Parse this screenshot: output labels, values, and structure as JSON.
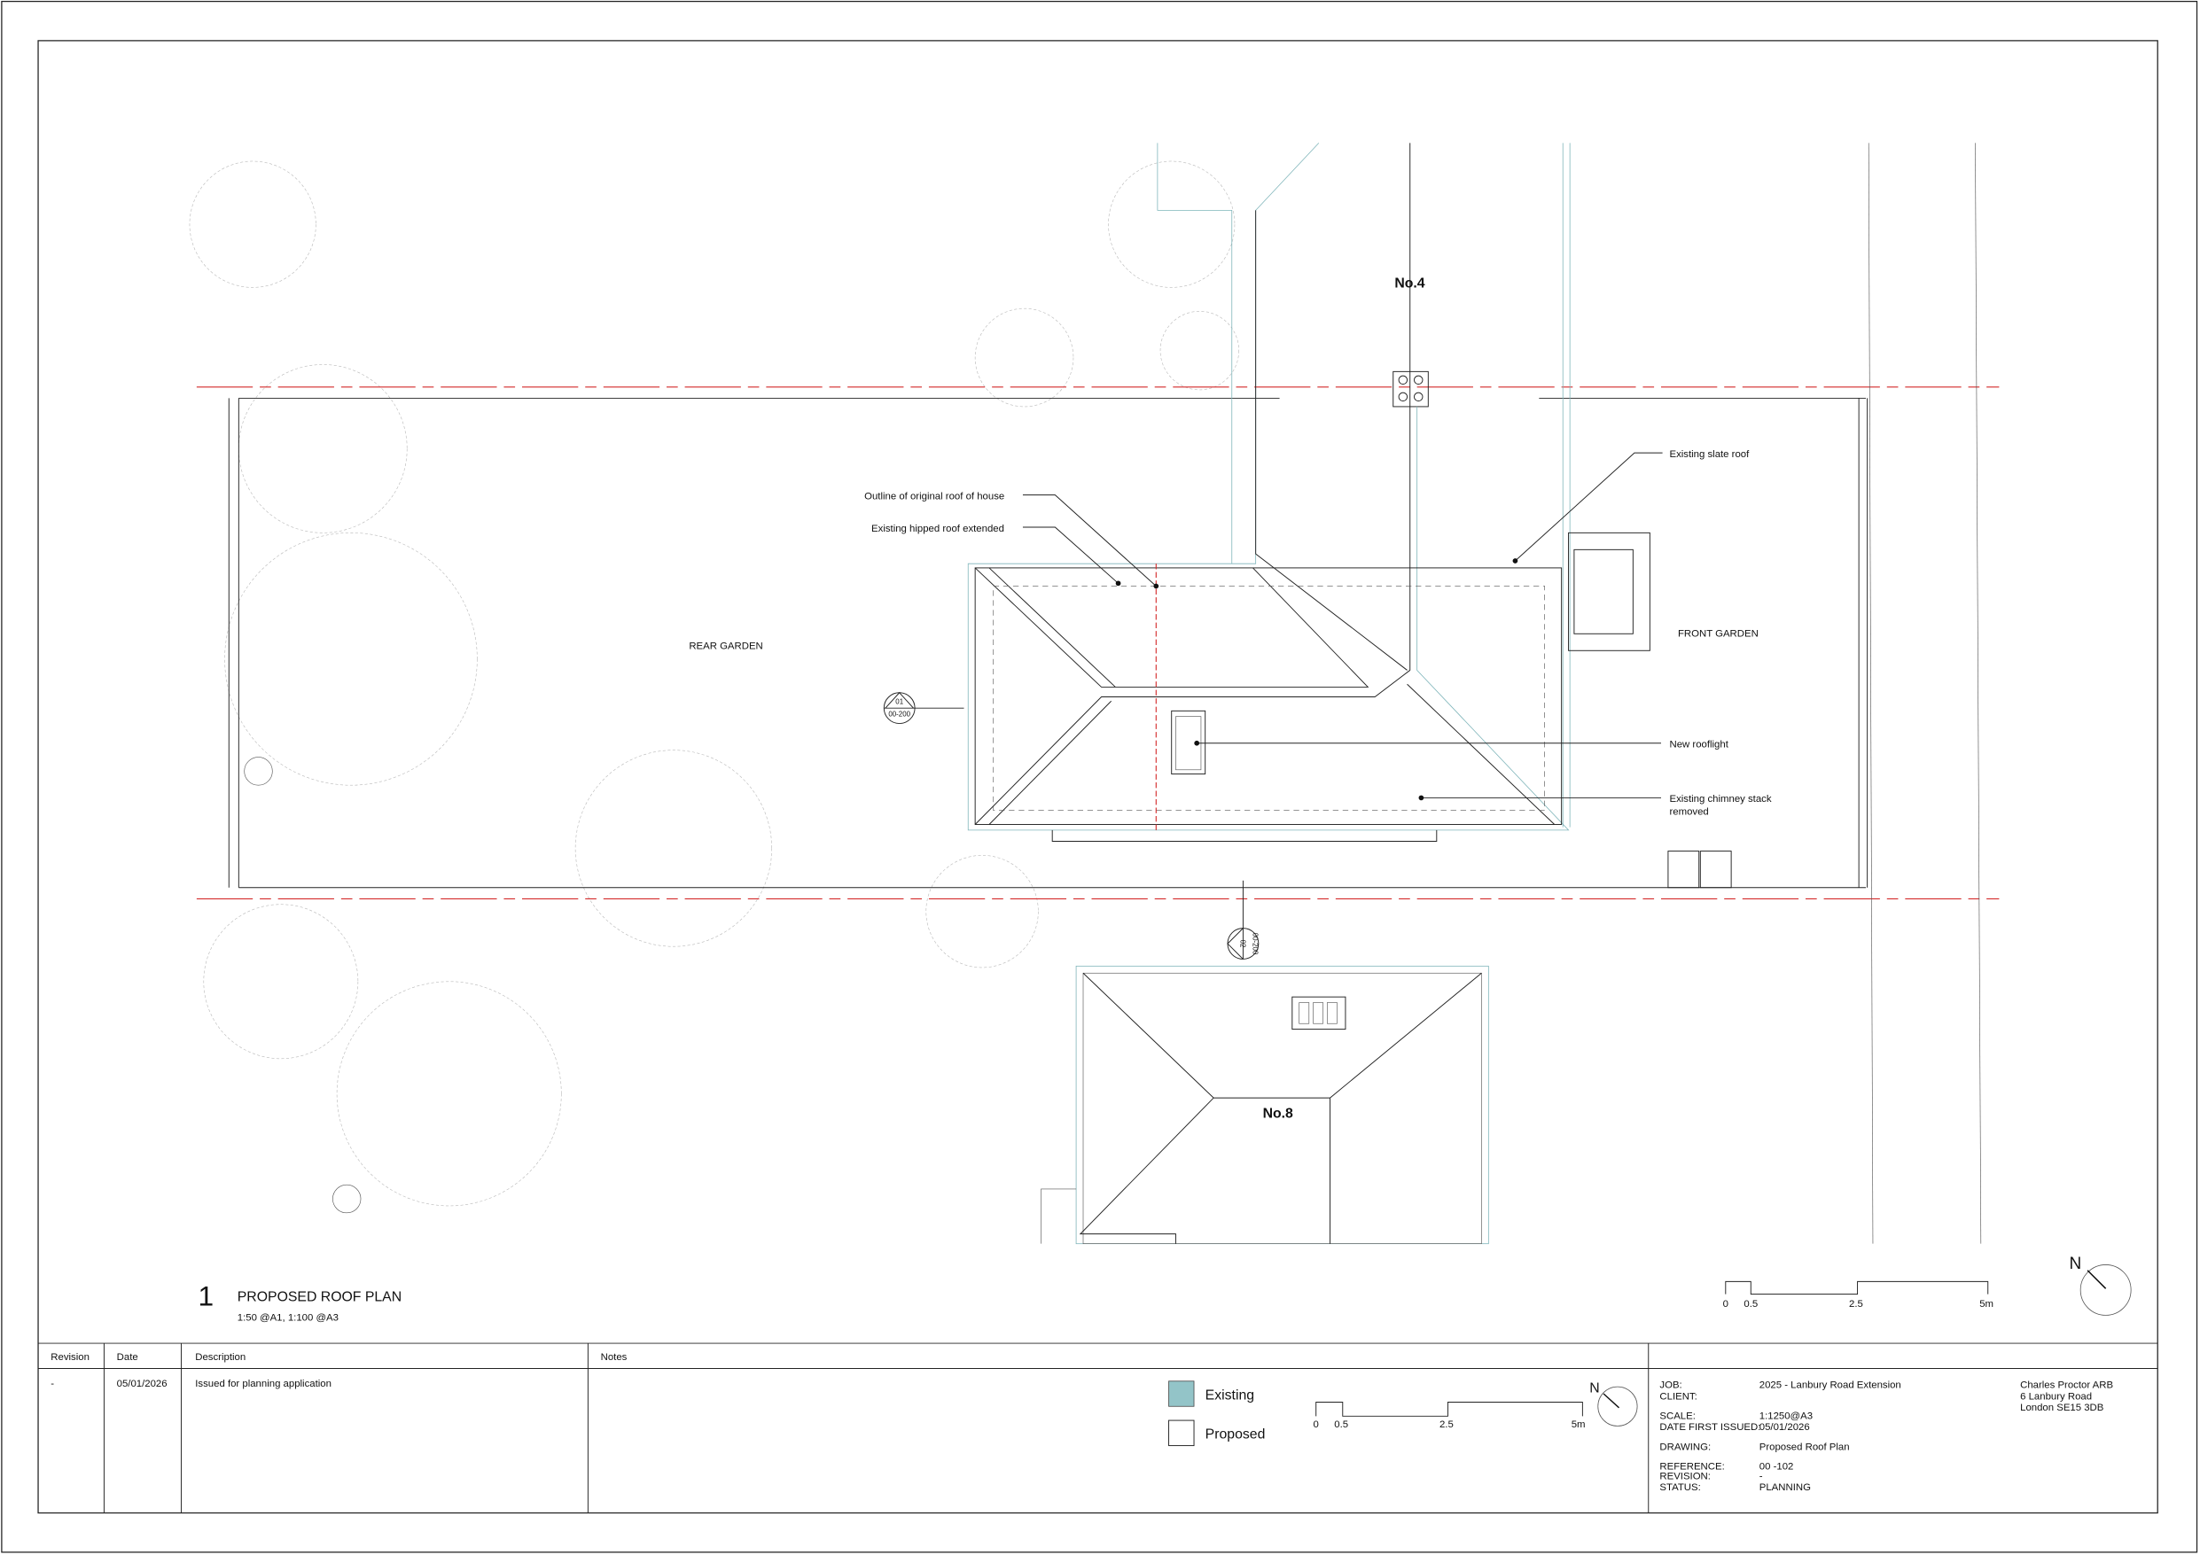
{
  "plan": {
    "labels": {
      "no4": "No.4",
      "no8": "No.8",
      "rear_garden": "REAR GARDEN",
      "front_garden": "FRONT GARDEN"
    },
    "annotations": {
      "outline_original": "Outline of original roof of house",
      "hipped_extended": "Existing hipped roof extended",
      "slate_roof": "Existing slate roof",
      "rooflight": "New rooflight",
      "chimney_1": "Existing chimney stack",
      "chimney_2": "removed"
    },
    "section_markers": [
      {
        "num": "01",
        "ref": "00-200"
      },
      {
        "num": "02",
        "ref": "00-200"
      }
    ],
    "view_number": "1",
    "view_title": "PROPOSED ROOF PLAN",
    "view_scale": "1:50 @A1, 1:100 @A3",
    "scale_bar": [
      "0",
      "0.5",
      "2.5",
      "5m"
    ],
    "north": "N"
  },
  "revisions": {
    "headers": [
      "Revision",
      "Date",
      "Description",
      "Notes"
    ],
    "rows": [
      {
        "revision": "-",
        "date": "05/01/2026",
        "description": "Issued for planning application"
      }
    ]
  },
  "legend": {
    "existing": "Existing",
    "proposed": "Proposed",
    "existing_color": "#93c4c8",
    "scale_bar": [
      "0",
      "0.5",
      "2.5",
      "5m"
    ],
    "north": "N"
  },
  "title_block": {
    "job_label": "JOB:",
    "job": "2025 - Lanbury Road Extension",
    "client_label": "CLIENT:",
    "scale_label": "SCALE:",
    "scale": "1:1250@A3",
    "date_label": "DATE FIRST ISSUED:",
    "date": "05/01/2026",
    "drawing_label": "DRAWING:",
    "drawing": "Proposed Roof Plan",
    "reference_label": "REFERENCE:",
    "reference": "00 -102",
    "revision_label": "REVISION:",
    "revision": "-",
    "status_label": "STATUS:",
    "status": "PLANNING",
    "address": [
      "Charles Proctor ARB",
      "6 Lanbury Road",
      "London SE15 3DB"
    ]
  }
}
